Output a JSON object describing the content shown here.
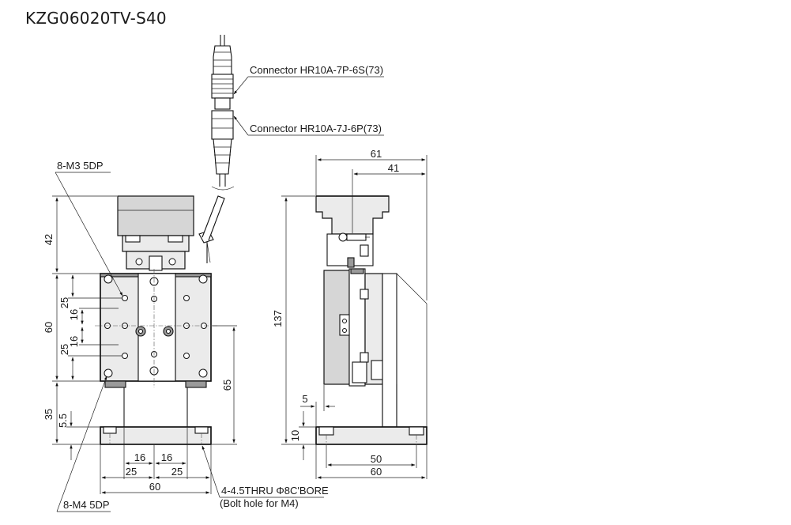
{
  "title": "KZG06020TV-S40",
  "labels": {
    "connector_plug": "Connector HR10A-7P-6S(73)",
    "connector_jack": "Connector HR10A-7J-6P(73)",
    "m3_holes": "8-M3 5DP",
    "m4_holes": "8-M4 5DP",
    "bolt_holes_line1": "4-4.5THRU Φ8C'BORE",
    "bolt_holes_line2": "(Bolt hole for M4)"
  },
  "front_view_dims": {
    "height_42": "42",
    "height_60": "60",
    "height_25_top": "25",
    "height_16_top": "16",
    "height_16_bottom": "16",
    "height_25_bottom": "25",
    "height_35": "35",
    "height_5_5": "5.5",
    "height_65": "65",
    "width_16_left": "16",
    "width_16_right": "16",
    "width_25_left": "25",
    "width_25_right": "25",
    "width_60": "60"
  },
  "side_view_dims": {
    "width_61": "61",
    "width_41": "41",
    "height_137": "137",
    "offset_5": "5",
    "height_10": "10",
    "width_50": "50",
    "width_60": "60"
  }
}
